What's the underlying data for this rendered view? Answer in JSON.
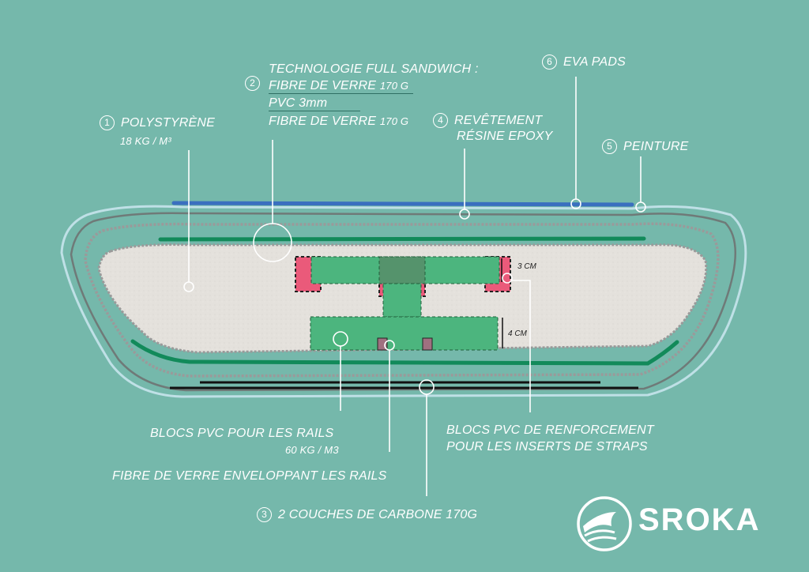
{
  "labels": {
    "polystyrene": {
      "number": "1",
      "title": "POLYSTYRÈNE",
      "sub": "18 KG / M³"
    },
    "sandwich": {
      "number": "2",
      "title": "TECHNOLOGIE FULL SANDWICH :",
      "layers": [
        {
          "name": "FIBRE DE VERRE",
          "weight": "170 G"
        },
        {
          "name": "PVC 3mm",
          "weight": ""
        },
        {
          "name": "FIBRE DE VERRE",
          "weight": "170 G"
        }
      ]
    },
    "carbone": {
      "number": "3",
      "title": "2 COUCHES DE  CARBONE 170G"
    },
    "revetement": {
      "number": "4",
      "line1": "REVÊTEMENT",
      "line2": "RÉSINE EPOXY"
    },
    "peinture": {
      "number": "5",
      "title": "PEINTURE"
    },
    "eva": {
      "number": "6",
      "title": "EVA PADS"
    },
    "blocs_rails": {
      "title": "BLOCS PVC  POUR LES RAILS",
      "sub": "60 KG / M3"
    },
    "fibre_rails": {
      "title": "FIBRE DE VERRE ENVELOPPANT LES RAILS"
    },
    "blocs_renfort": {
      "line1": "BLOCS PVC DE RENFORCEMENT",
      "line2": "POUR LES INSERTS DE STRAPS"
    }
  },
  "dimensions": {
    "top": "3 CM",
    "bottom": "4 CM"
  },
  "brand": {
    "name": "SROKA"
  },
  "colors": {
    "background": "#75b8ab",
    "foam": "#e4e1dc",
    "pvc_green": "#4cb57e",
    "insert_pink": "#ea5a7a",
    "eva_blue": "#3a6fbf",
    "fiber_green": "#128a5a"
  }
}
